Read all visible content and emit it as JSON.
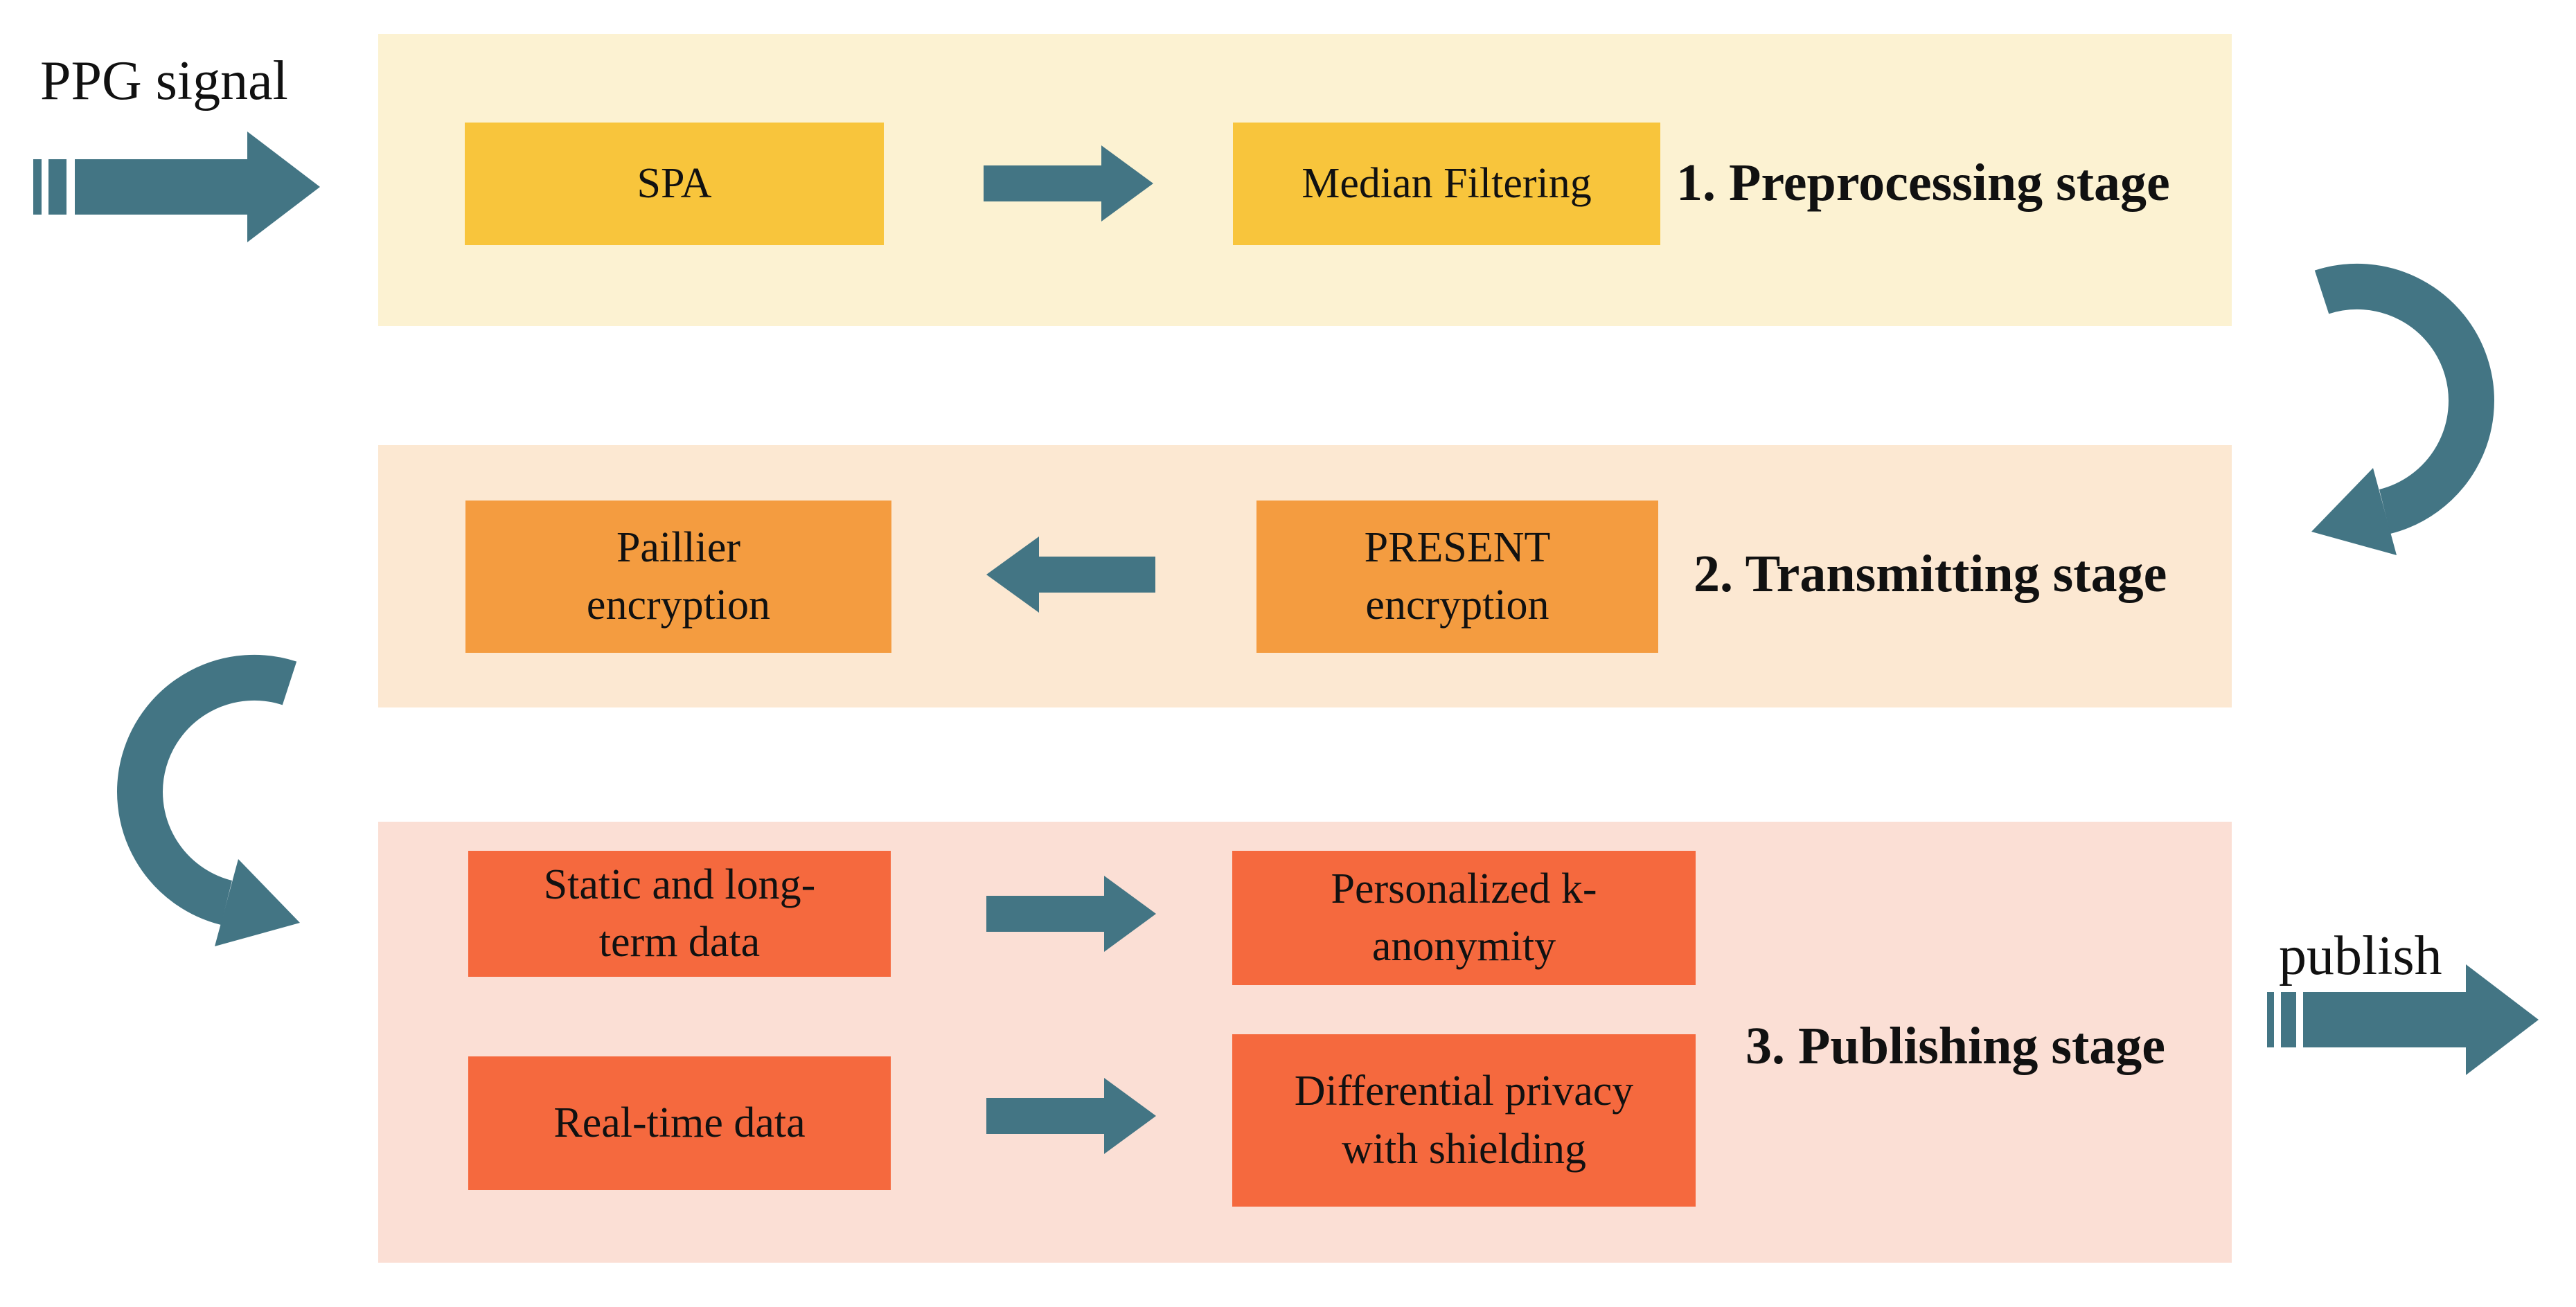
{
  "flow": {
    "input_label": "PPG signal",
    "output_label": "publish"
  },
  "stages": [
    {
      "title": "1. Preprocessing stage",
      "band_color": "#FCF2D2",
      "box_color": "#F8C53C",
      "boxes": [
        {
          "label": "SPA"
        },
        {
          "label": "Median Filtering"
        }
      ]
    },
    {
      "title": "2. Transmitting stage",
      "band_color": "#FCE8D2",
      "box_color": "#F49C40",
      "boxes": [
        {
          "label": "Paillier\nencryption"
        },
        {
          "label": "PRESENT\nencryption"
        }
      ]
    },
    {
      "title": "3. Publishing stage",
      "band_color": "#FBDFD5",
      "box_color": "#F5693E",
      "boxes": [
        {
          "label": "Static and long-\nterm data"
        },
        {
          "label": "Personalized k-\nanonymity"
        },
        {
          "label": "Real-time data"
        },
        {
          "label": "Differential privacy\nwith shielding"
        }
      ]
    }
  ],
  "arrows": {
    "color": "#437584",
    "items": [
      {
        "name": "ppg-input-arrow",
        "type": "striped-right"
      },
      {
        "name": "spa-to-median-arrow",
        "type": "right"
      },
      {
        "name": "stage1-to-stage2-curved-arrow",
        "type": "curved-down"
      },
      {
        "name": "present-to-paillier-arrow",
        "type": "left"
      },
      {
        "name": "stage2-to-stage3-curved-arrow",
        "type": "curved-down"
      },
      {
        "name": "static-to-kanonymity-arrow",
        "type": "right"
      },
      {
        "name": "realtime-to-dp-arrow",
        "type": "right"
      },
      {
        "name": "publish-arrow",
        "type": "striped-right"
      }
    ]
  },
  "text_color": "#111111"
}
